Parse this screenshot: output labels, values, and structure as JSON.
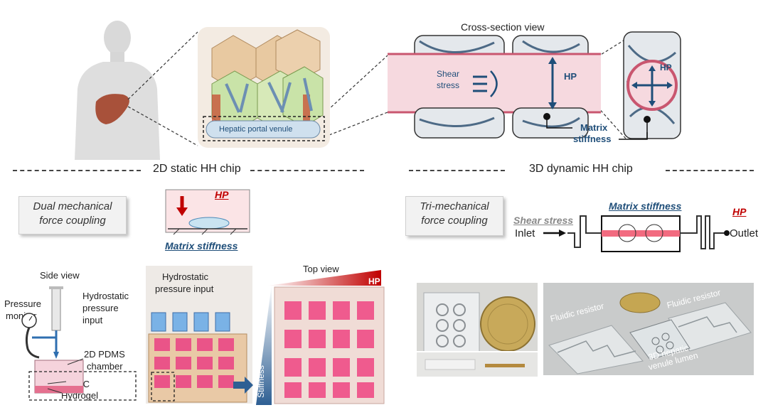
{
  "top": {
    "portal_label": "Hepatic portal venule",
    "cross_section_title": "Cross-section view",
    "shear_label_line1": "Shear",
    "shear_label_line2": "stress",
    "hp_label": "HP",
    "hp_label_ring": "HP",
    "matrix_label_line1": "Matrix",
    "matrix_label_line2": "stiffness"
  },
  "sections": {
    "left_title": "2D static HH chip",
    "right_title": "3D dynamic HH chip"
  },
  "left": {
    "coupling_line1": "Dual mechanical",
    "coupling_line2": "force coupling",
    "hp_label": "HP",
    "matrix_label": "Matrix stiffness",
    "side_view": "Side view",
    "pressure_monitor_line1": "Pressure",
    "pressure_monitor_line2": "monitor",
    "hydro_input_line1": "Hydrostatic",
    "hydro_input_line2": "pressure",
    "hydro_input_line3": "input",
    "pdms_line1": "2D PDMS",
    "pdms_line2": "chamber",
    "lsec": "LSEC",
    "hydrogel": "Hydrogel",
    "photo_label_line1": "Hydrostatic",
    "photo_label_line2": "pressure input",
    "top_view": "Top view",
    "hp_gradient": "HP",
    "stiffness_gradient": "Stiffness"
  },
  "right": {
    "coupling_line1": "Tri-mechanical",
    "coupling_line2": "force coupling",
    "shear_label": "Shear stress",
    "matrix_label": "Matrix stiffness",
    "hp_label": "HP",
    "inlet": "Inlet",
    "outlet": "Outlet",
    "fluidic_left": "Fluidic resistor",
    "fluidic_right": "Fluidic resistor",
    "lumen_line1": "3D hepatic",
    "lumen_line2": "venule lumen"
  },
  "colors": {
    "accent_red": "#c00000",
    "accent_blue": "#1f4e79",
    "vessel_pink": "#f6d9df",
    "gel_pink": "#f05c8a"
  }
}
